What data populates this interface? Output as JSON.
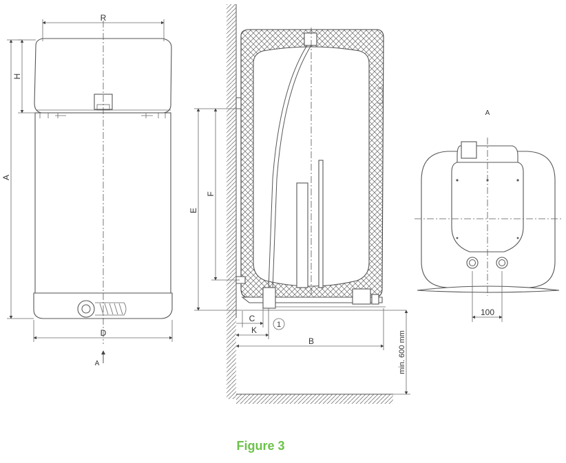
{
  "caption": "Figure 3",
  "front_view": {
    "dim_R": "R",
    "dim_H": "H",
    "dim_A": "A",
    "dim_D": "D",
    "view_arrow_label": "A"
  },
  "side_view": {
    "dim_E": "E",
    "dim_F": "F",
    "dim_C": "C",
    "dim_K": "K",
    "dim_B": "B",
    "callout_1": "1",
    "min_floor": "min. 600 mm"
  },
  "bottom_view": {
    "title": "A",
    "dim_100": "100"
  }
}
